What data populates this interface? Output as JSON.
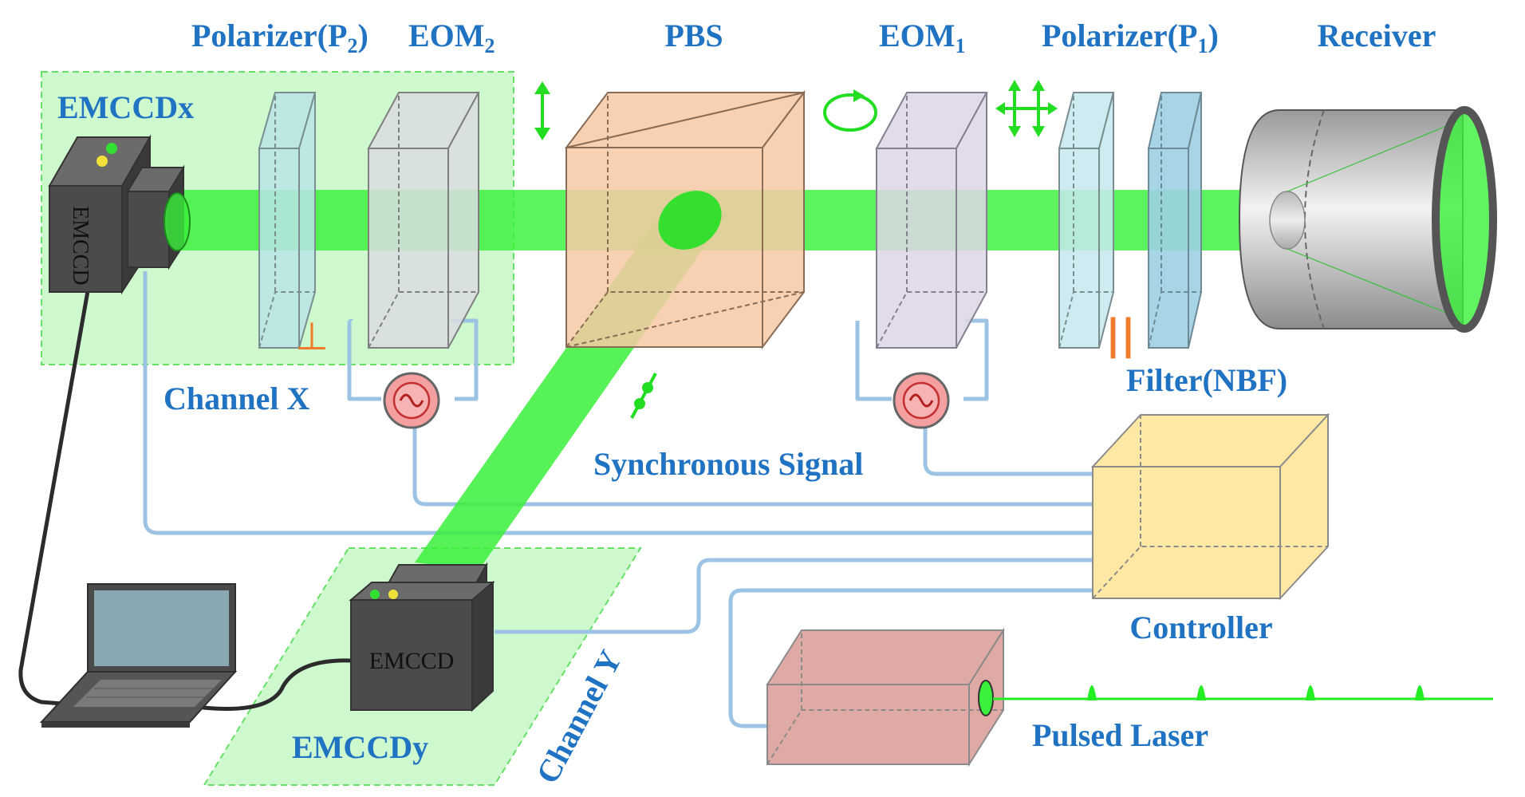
{
  "labels": {
    "polarizer_p2": {
      "main": "Polarizer(P",
      "sub": "2",
      "tail": ")"
    },
    "eom2": {
      "main": "EOM",
      "sub": "2"
    },
    "pbs": "PBS",
    "eom1": {
      "main": "EOM",
      "sub": "1"
    },
    "polarizer_p1": {
      "main": "Polarizer(P",
      "sub": "1",
      "tail": ")"
    },
    "receiver": "Receiver",
    "emccd_x": "EMCCDx",
    "channel_x": "Channel X",
    "filter": "Filter(NBF)",
    "synchronous_signal": "Synchronous Signal",
    "controller": "Controller",
    "emccd_y": "EMCCDy",
    "channel_y": "Channel Y",
    "pulsed_laser": "Pulsed Laser"
  },
  "device_text": {
    "camera_x": "EMCCD",
    "camera_y": "EMCCD"
  },
  "symbols": {
    "perpendicular": "⊥",
    "parallel": "||"
  },
  "colors": {
    "label": "#1f73c2",
    "beam": "#39f03a",
    "cable": "#9cc3e4",
    "symbol_orange": "#f07c2a",
    "channel_zone": "#c6f7c6",
    "pbs": "#f7c9a5",
    "eom2": "#d9dde0",
    "eom1": "#ddd6e6",
    "polarizer": "#b8e4e6",
    "filter": "#9dd0e2",
    "controller": "#ffe59a",
    "laser": "#dca19b",
    "camera": "#4b4b4b",
    "generator": "#f5a0a0"
  }
}
